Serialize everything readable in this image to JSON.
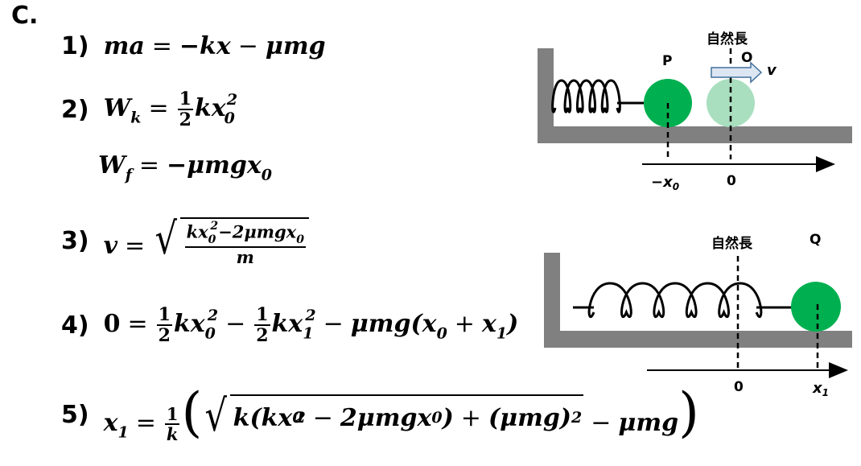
{
  "section": "C.",
  "eq": {
    "n1": "1)",
    "n2": "2)",
    "n3": "3)",
    "n4": "4)",
    "n5": "5)"
  },
  "diagram_top": {
    "natural_length": "自然長",
    "label_p": "P",
    "label_o": "O",
    "velocity": "v",
    "tick_neg": "−x",
    "tick_neg_sub": "0",
    "tick_zero": "0"
  },
  "diagram_bottom": {
    "natural_length": "自然長",
    "label_q": "Q",
    "tick_zero": "0",
    "tick_x1": "x",
    "tick_x1_sub": "1"
  },
  "colors": {
    "wall": "#808080",
    "ball_dark": "#00b050",
    "ball_light": "#a9dfbf",
    "arrow_fill": "#dce6f2",
    "arrow_stroke": "#41719c"
  }
}
